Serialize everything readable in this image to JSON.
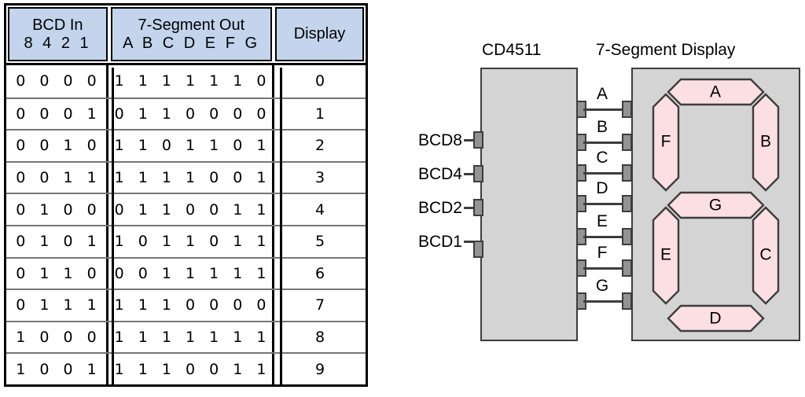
{
  "table": {
    "headers": [
      {
        "title": "BCD In",
        "sub": "8 4 2 1"
      },
      {
        "title": "7-Segment Out",
        "sub": "A B C D E F G"
      },
      {
        "title": "Display",
        "sub": ""
      }
    ],
    "rows": [
      {
        "bcd": "0 0 0 0",
        "seg": "1 1 1 1 1 1 0",
        "display": "0"
      },
      {
        "bcd": "0 0 0 1",
        "seg": "0 1 1 0 0 0 0",
        "display": "1"
      },
      {
        "bcd": "0 0 1 0",
        "seg": "1 1 0 1 1 0 1",
        "display": "2"
      },
      {
        "bcd": "0 0 1 1",
        "seg": "1 1 1 1 0 0 1",
        "display": "3"
      },
      {
        "bcd": "0 1 0 0",
        "seg": "0 1 1 0 0 1 1",
        "display": "4"
      },
      {
        "bcd": "0 1 0 1",
        "seg": "1 0 1 1 0 1 1",
        "display": "5"
      },
      {
        "bcd": "0 1 1 0",
        "seg": "0 0 1 1 1 1 1",
        "display": "6"
      },
      {
        "bcd": "0 1 1 1",
        "seg": "1 1 1 0 0 0 0",
        "display": "7"
      },
      {
        "bcd": "1 0 0 0",
        "seg": "1 1 1 1 1 1 1",
        "display": "8"
      },
      {
        "bcd": "1 0 0 1",
        "seg": "1 1 1 0 0 1 1",
        "display": "9"
      }
    ],
    "header_bg": "#c3d4ec",
    "border_color": "#000000"
  },
  "diagram": {
    "chip_title": "CD4511",
    "display_title": "7-Segment Display",
    "inputs": [
      {
        "label": "BCD8"
      },
      {
        "label": "BCD4"
      },
      {
        "label": "BCD2"
      },
      {
        "label": "BCD1"
      }
    ],
    "outputs": [
      {
        "label": "A"
      },
      {
        "label": "B"
      },
      {
        "label": "C"
      },
      {
        "label": "D"
      },
      {
        "label": "E"
      },
      {
        "label": "F"
      },
      {
        "label": "G"
      }
    ],
    "segments": [
      {
        "label": "A"
      },
      {
        "label": "B"
      },
      {
        "label": "C"
      },
      {
        "label": "D"
      },
      {
        "label": "E"
      },
      {
        "label": "F"
      },
      {
        "label": "G"
      }
    ],
    "colors": {
      "chip_fill": "#d4d4d4",
      "display_fill": "#d4d4d4",
      "segment_fill": "#fbdfe2",
      "outline": "#3d3d3d",
      "pin_fill": "#939393"
    }
  }
}
